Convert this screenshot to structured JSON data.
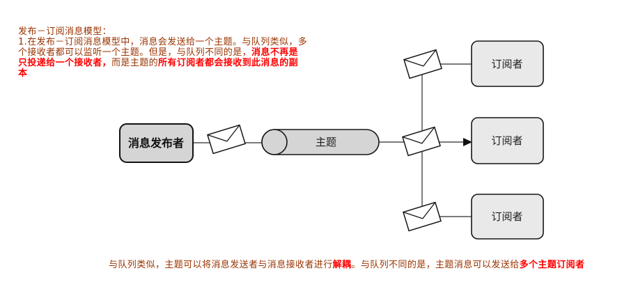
{
  "colors": {
    "background": "#ffffff",
    "body_text": "#993300",
    "highlight_text": "#ff0000",
    "shape_outline": "#161616",
    "publisher_fill": "#d5d5d5",
    "topic_fill": "#d5d5d5",
    "subscriber_fill": "#e9e9e9",
    "envelope_fill": "#ffffff"
  },
  "intro": {
    "title": "发布－订阅消息模型：",
    "line2": "1.在发布－订阅消息模型中，消息会发送给一个主题。与队列类似，多",
    "line3_normal": "个接收者都可以监听一个主题。但是，与队列不同的是，",
    "line3_highlight": "消息不再是",
    "line4_highlight1": "只投递给一个接收者，",
    "line4_normal": "而是主题的",
    "line4_highlight2": "所有订阅者都会接收到此消息的副",
    "line5_highlight": "本"
  },
  "footer": {
    "seg1": "与队列类似，主题可以将消息发送者与消息接收者进行",
    "seg2_highlight": "解耦",
    "seg3": "。与队列不同的是，主题消息可以发送给",
    "seg4_highlight": "多个主题订阅者"
  },
  "diagram": {
    "publisher_label": "消息发布者",
    "topic_label": "主题",
    "subscribers": [
      {
        "label": "订阅者"
      },
      {
        "label": "订阅者"
      },
      {
        "label": "订阅者"
      }
    ],
    "icons": {
      "message": "envelope-icon"
    }
  }
}
